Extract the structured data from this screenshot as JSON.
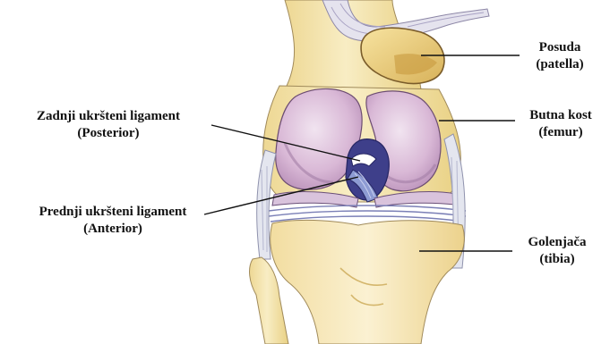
{
  "labels": {
    "patella": {
      "name": "Posuda",
      "latin": "(patella)"
    },
    "femur": {
      "name": "Butna kost",
      "latin": "(femur)"
    },
    "tibia": {
      "name": "Golenjača",
      "latin": "(tibia)"
    },
    "posterior": {
      "name": "Zadnji ukršteni ligament",
      "latin": "(Posterior)"
    },
    "anterior": {
      "name": "Prednji ukršteni ligament",
      "latin": "(Anterior)"
    }
  },
  "colors": {
    "bone": "#f3e6b4",
    "bone_shade": "#e6cf86",
    "cartilage": "#cda9c9",
    "cartilage_dark": "#9f7aa6",
    "ligament": "#5a5fa8",
    "outline": "#3b2b2b",
    "leader": "#111111"
  }
}
